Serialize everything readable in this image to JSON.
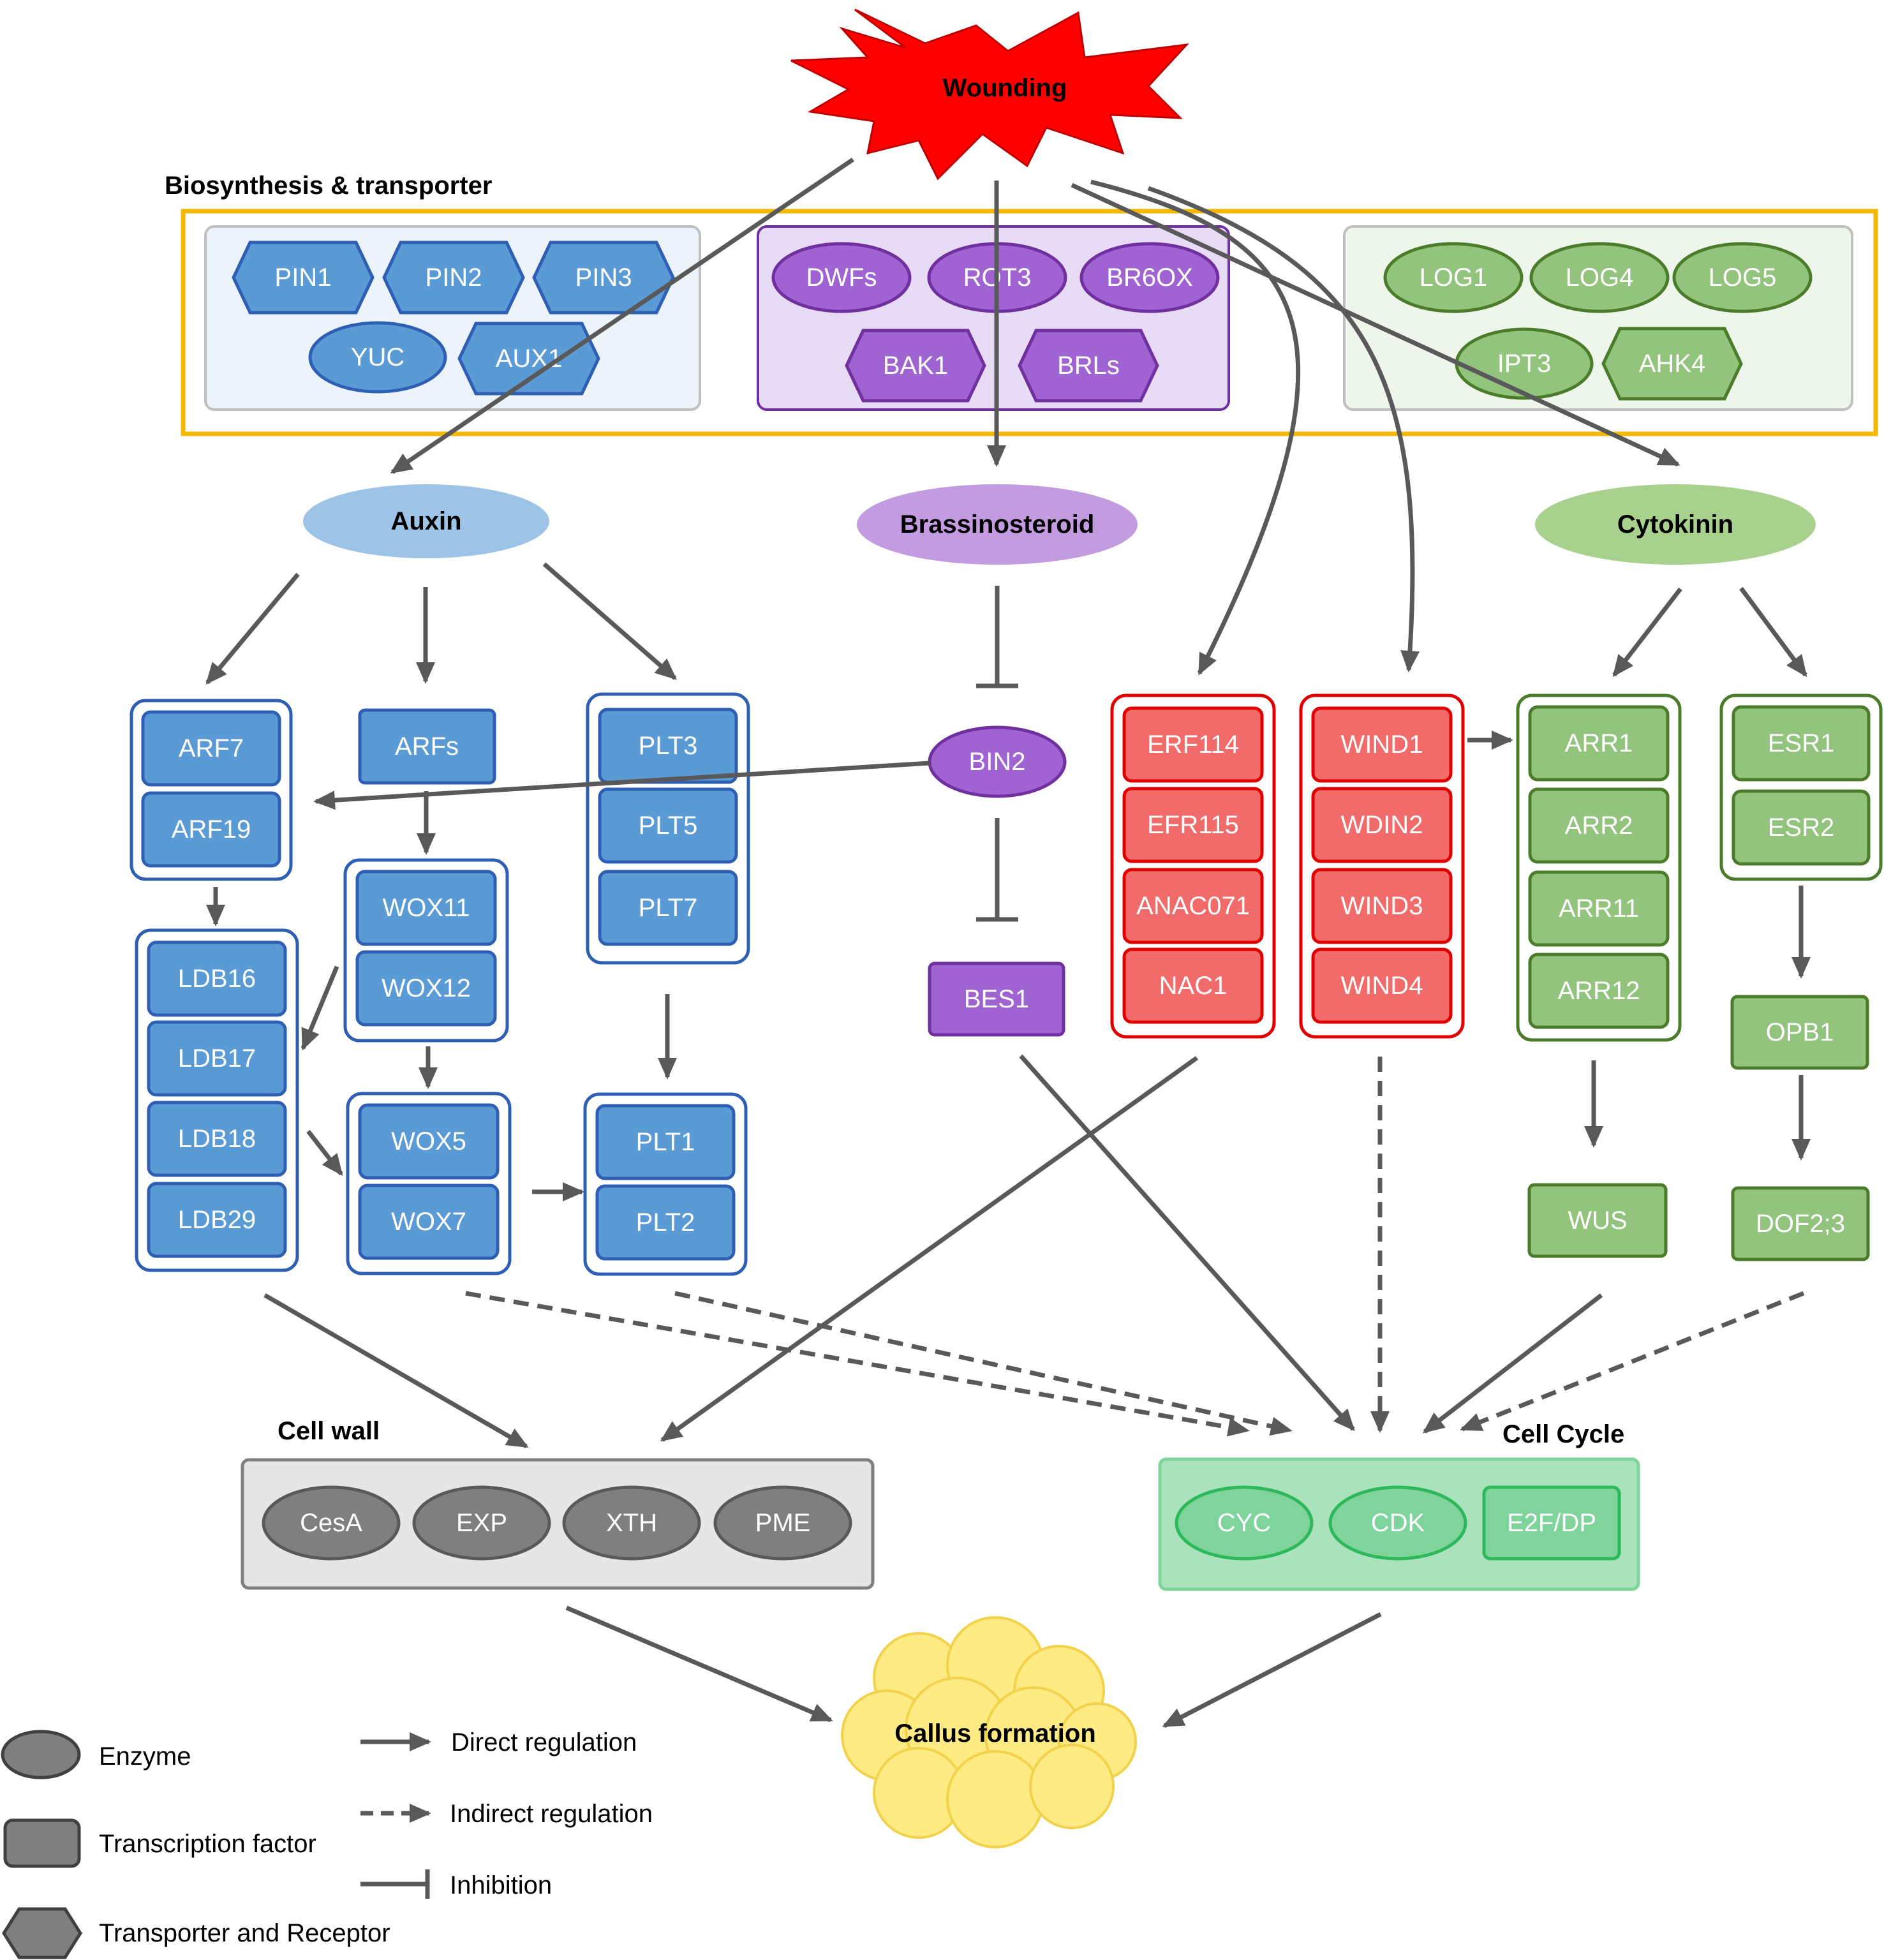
{
  "title": "Wounding",
  "colors": {
    "auxin": "#5b9bd5",
    "auxin_dark": "#2e5fb4",
    "auxin_light": "#9dc3e6",
    "br": "#a064d2",
    "br_dark": "#7030a0",
    "br_light": "#c39be0",
    "wind": "#f26b6b",
    "wind_dark": "#e00000",
    "ck": "#93c47d",
    "ck_dark": "#4a7c2a",
    "ck_light": "#a9d18e",
    "cellcycle": "#7fd49b",
    "cellwall": "#7f7f7f",
    "arrow": "#595959",
    "biosynthesis_border": "#f5b800",
    "wound": "#ff0000",
    "callus": "#ffeb84"
  },
  "sections": {
    "biosynthesis": "Biosynthesis & transporter",
    "cell_wall": "Cell wall",
    "cell_cycle": "Cell Cycle"
  },
  "hormones": {
    "auxin": "Auxin",
    "brassinosteroid": "Brassinosteroid",
    "cytokinin": "Cytokinin"
  },
  "auxin_biosynthesis": {
    "pin1": "PIN1",
    "pin2": "PIN2",
    "pin3": "PIN3",
    "yuc": "YUC",
    "aux1": "AUX1"
  },
  "br_biosynthesis": {
    "dwfs": "DWFs",
    "rot3": "ROT3",
    "br6ox": "BR6OX",
    "bak1": "BAK1",
    "brls": "BRLs"
  },
  "ck_biosynthesis": {
    "log1": "LOG1",
    "log4": "LOG4",
    "log5": "LOG5",
    "ipt3": "IPT3",
    "ahk4": "AHK4"
  },
  "auxin_tfs": {
    "arf7": "ARF7",
    "arf19": "ARF19",
    "arfs": "ARFs",
    "plt3": "PLT3",
    "plt5": "PLT5",
    "plt7": "PLT7",
    "wox11": "WOX11",
    "wox12": "WOX12",
    "ldb16": "LDB16",
    "ldb17": "LDB17",
    "ldb18": "LDB18",
    "ldb29": "LDB29",
    "wox5": "WOX5",
    "wox7": "WOX7",
    "plt1": "PLT1",
    "plt2": "PLT2"
  },
  "br_signaling": {
    "bin2": "BIN2",
    "bes1": "BES1"
  },
  "erf_group": [
    "ERF114",
    "EFR115",
    "ANAC071",
    "NAC1"
  ],
  "wind_group": [
    "WIND1",
    "WDIN2",
    "WIND3",
    "WIND4"
  ],
  "arr_group": [
    "ARR1",
    "ARR2",
    "ARR11",
    "ARR12"
  ],
  "esr_group": [
    "ESR1",
    "ESR2"
  ],
  "ck_downstream": {
    "opb1": "OPB1",
    "wus": "WUS",
    "dof23": "DOF2;3"
  },
  "cell_wall_enzymes": [
    "CesA",
    "EXP",
    "XTH",
    "PME"
  ],
  "cell_cycle": {
    "cyc": "CYC",
    "cdk": "CDK",
    "e2fdp": "E2F/DP"
  },
  "outcome": "Callus formation",
  "legend": {
    "enzyme": "Enzyme",
    "transcription_factor": "Transcription factor",
    "transporter": "Transporter and Receptor",
    "direct": "Direct regulation",
    "indirect": "Indirect regulation",
    "inhibition": "Inhibition"
  }
}
